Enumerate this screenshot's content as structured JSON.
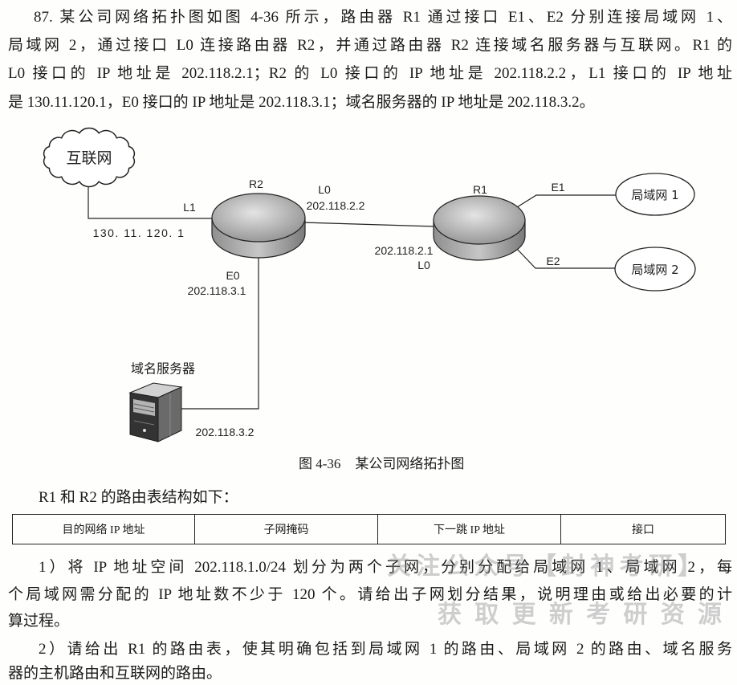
{
  "question": {
    "lines": [
      "87. 某公司网络拓扑图如图 4-36 所示，路由器 R1 通过接口 E1、E2 分别连接局域网 1、",
      "局域网 2，通过接口 L0 连接路由器 R2，并通过路由器 R2 连接域名服务器与互联网。R1 的",
      "L0 接口的 IP 地址是 202.118.2.1；R2 的 L0 接口的 IP 地址是 202.118.2.2，L1 接口的 IP 地址",
      "是 130.11.120.1，E0 接口的 IP 地址是 202.118.3.1；域名服务器的 IP 地址是 202.118.3.2。"
    ]
  },
  "figure": {
    "internet_label": "互联网",
    "r2": {
      "name": "R2",
      "l1": {
        "interface": "L1",
        "ip": "130. 11. 120. 1"
      },
      "l0": {
        "interface": "L0",
        "ip": "202.118.2.2"
      },
      "e0": {
        "interface": "E0",
        "ip": "202.118.3.1"
      }
    },
    "r1": {
      "name": "R1",
      "l0": {
        "interface": "L0",
        "ip": "202.118.2.1"
      },
      "e1": {
        "interface": "E1"
      },
      "e2": {
        "interface": "E2"
      }
    },
    "lan1_label": "局域网 1",
    "lan2_label": "局域网 2",
    "dns": {
      "label": "域名服务器",
      "ip": "202.118.3.2",
      "icon": "server-icon"
    },
    "caption_number": "图 4-36",
    "caption_title": "某公司网络拓扑图"
  },
  "routing_table": {
    "intro": "R1 和 R2 的路由表结构如下：",
    "headers": [
      "目的网络 IP 地址",
      "子网掩码",
      "下一跳 IP 地址",
      "接口"
    ]
  },
  "sub_questions": [
    {
      "lines": [
        "1）将 IP 地址空间 202.118.1.0/24 划分为两个子网，分别分配给局域网 1、局域网 2，每",
        "个局域网需分配的 IP 地址数不少于 120 个。请给出子网划分结果，说明理由或给出必要的计",
        "算过程。"
      ]
    },
    {
      "lines": [
        "2）请给出 R1 的路由表，使其明确包括到局域网 1 的路由、局域网 2 的路由、域名服务",
        "器的主机路由和互联网的路由。"
      ]
    }
  ],
  "watermark": {
    "line1": "关注公众号【封神考研】",
    "line2": "获取更新考研资源"
  }
}
